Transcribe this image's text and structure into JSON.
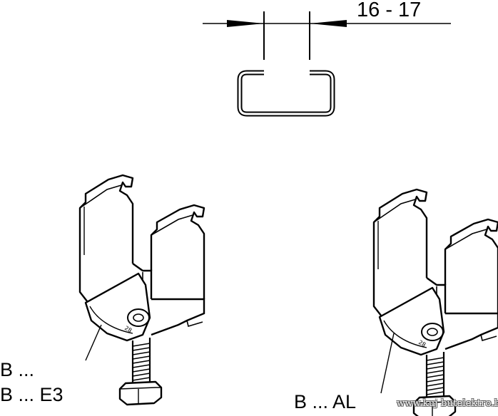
{
  "dimension": {
    "label": "16 - 17"
  },
  "labels": {
    "left_line1": "B ...",
    "left_line2": "B ... E3",
    "right_line1": "B ... AL"
  },
  "watermark": "www.kuj butelektro.hu",
  "colors": {
    "stroke": "#000000",
    "background": "#ffffff"
  }
}
